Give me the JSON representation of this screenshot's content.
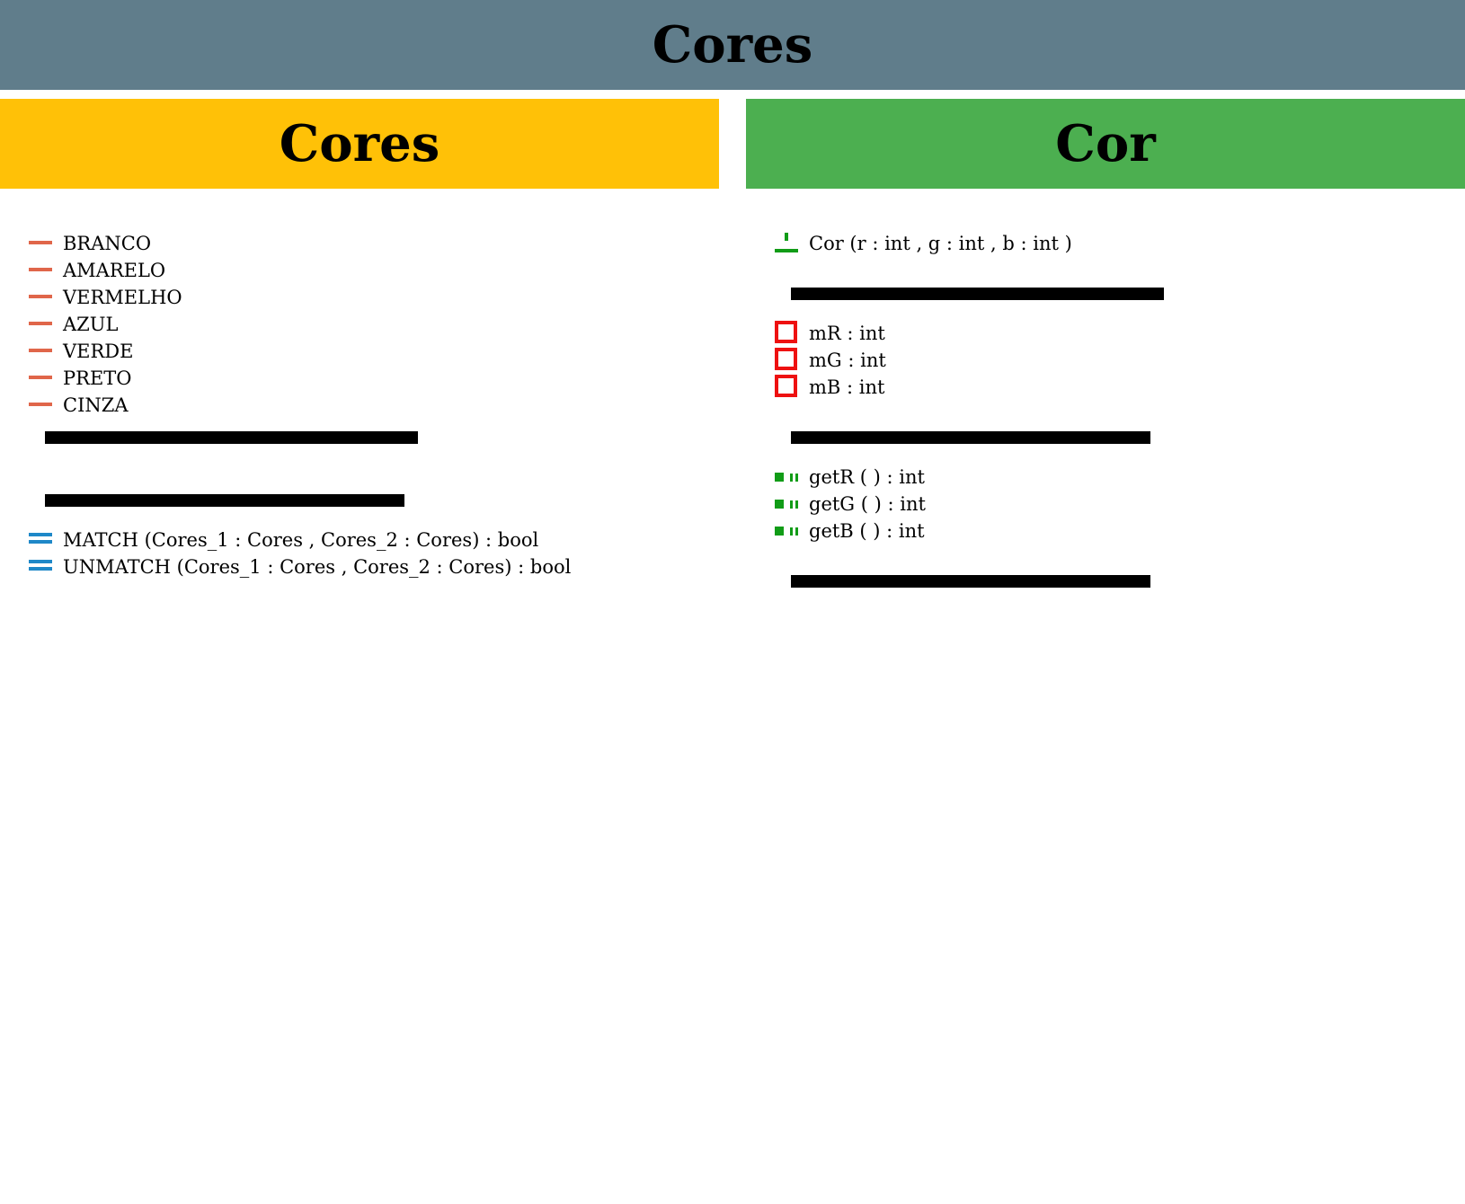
{
  "page_title": "Cores",
  "colors": {
    "title_bar": "#607d8b",
    "left_header": "#ffc107",
    "right_header": "#4caf50",
    "enum_icon": "#e0664a",
    "static_method_icon": "#1e88c8",
    "public_icon": "#119c17",
    "private_icon": "#ee1111",
    "separator": "#000000"
  },
  "left_class": {
    "name": "Cores",
    "enum_values": [
      "BRANCO",
      "AMARELO",
      "VERMELHO",
      "AZUL",
      "VERDE",
      "PRETO",
      "CINZA"
    ],
    "methods": [
      "MATCH (Cores_1 : Cores , Cores_2 : Cores) : bool",
      "UNMATCH (Cores_1 : Cores , Cores_2 : Cores) : bool"
    ]
  },
  "right_class": {
    "name": "Cor",
    "constructor": "Cor (r : int , g : int , b : int )",
    "fields": [
      "mR : int",
      "mG : int",
      "mB : int"
    ],
    "methods": [
      "getR ( ) : int",
      "getG ( ) : int",
      "getB ( ) : int"
    ]
  }
}
